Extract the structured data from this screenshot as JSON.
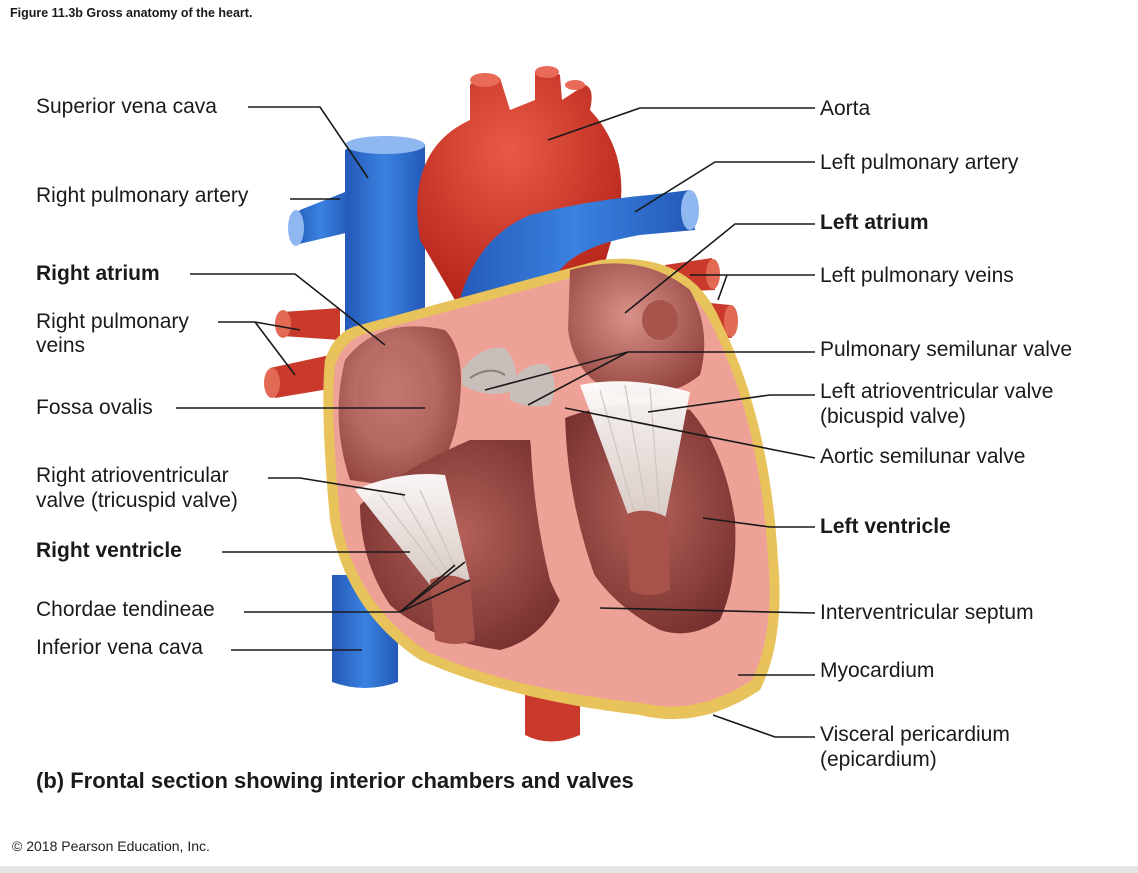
{
  "figure": {
    "title": "Figure 11.3b Gross anatomy of the heart.",
    "caption": "(b) Frontal section showing interior chambers and valves",
    "copyright": "© 2018 Pearson Education, Inc."
  },
  "labels_left": [
    {
      "id": "superior-vena-cava",
      "text": "Superior vena cava",
      "bold": false
    },
    {
      "id": "right-pulmonary-artery",
      "text": "Right pulmonary artery",
      "bold": false
    },
    {
      "id": "right-atrium",
      "text": "Right atrium",
      "bold": true
    },
    {
      "id": "right-pulmonary-veins-1",
      "text": "Right pulmonary",
      "bold": false
    },
    {
      "id": "right-pulmonary-veins-2",
      "text": "veins",
      "bold": false
    },
    {
      "id": "fossa-ovalis",
      "text": "Fossa ovalis",
      "bold": false
    },
    {
      "id": "right-av-valve-1",
      "text": "Right atrioventricular",
      "bold": false
    },
    {
      "id": "right-av-valve-2",
      "text": "valve (tricuspid valve)",
      "bold": false
    },
    {
      "id": "right-ventricle",
      "text": "Right ventricle",
      "bold": true
    },
    {
      "id": "chordae-tendineae",
      "text": "Chordae tendineae",
      "bold": false
    },
    {
      "id": "inferior-vena-cava",
      "text": "Inferior vena cava",
      "bold": false
    }
  ],
  "labels_right": [
    {
      "id": "aorta",
      "text": "Aorta",
      "bold": false
    },
    {
      "id": "left-pulmonary-artery",
      "text": "Left pulmonary artery",
      "bold": false
    },
    {
      "id": "left-atrium",
      "text": "Left atrium",
      "bold": true
    },
    {
      "id": "left-pulmonary-veins",
      "text": "Left pulmonary veins",
      "bold": false
    },
    {
      "id": "pulmonary-semilunar-valve",
      "text": "Pulmonary semilunar valve",
      "bold": false
    },
    {
      "id": "left-av-valve-1",
      "text": "Left atrioventricular valve",
      "bold": false
    },
    {
      "id": "left-av-valve-2",
      "text": "(bicuspid valve)",
      "bold": false
    },
    {
      "id": "aortic-semilunar-valve",
      "text": "Aortic semilunar valve",
      "bold": false
    },
    {
      "id": "left-ventricle",
      "text": "Left ventricle",
      "bold": true
    },
    {
      "id": "interventricular-septum",
      "text": "Interventricular septum",
      "bold": false
    },
    {
      "id": "myocardium",
      "text": "Myocardium",
      "bold": false
    },
    {
      "id": "visceral-pericardium-1",
      "text": "Visceral pericardium",
      "bold": false
    },
    {
      "id": "visceral-pericardium-2",
      "text": "(epicardium)",
      "bold": false
    }
  ],
  "colors": {
    "artery_red": "#d63a2c",
    "vein_blue": "#2f6fd0",
    "myocardium_pink": "#eea196",
    "chamber_interior": "#8c3a36",
    "epicardium_yellow": "#e8c25a",
    "chordae_white": "#f2eeea",
    "leader_line": "#1a1a1a"
  }
}
